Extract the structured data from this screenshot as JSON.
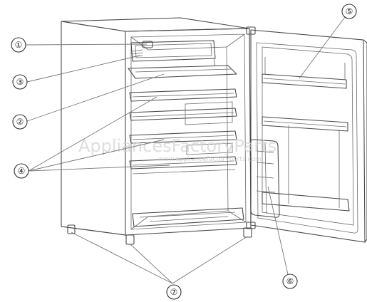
{
  "diagram": {
    "callouts": [
      {
        "id": "1",
        "label": "①"
      },
      {
        "id": "2",
        "label": "②"
      },
      {
        "id": "3",
        "label": "③"
      },
      {
        "id": "4",
        "label": "④"
      },
      {
        "id": "5",
        "label": "⑤"
      },
      {
        "id": "6",
        "label": "⑥"
      },
      {
        "id": "7",
        "label": "⑦"
      }
    ],
    "watermark": {
      "title": "AppliancesFactoryParts",
      "url": "www.appliancefactoryparts.com"
    }
  }
}
